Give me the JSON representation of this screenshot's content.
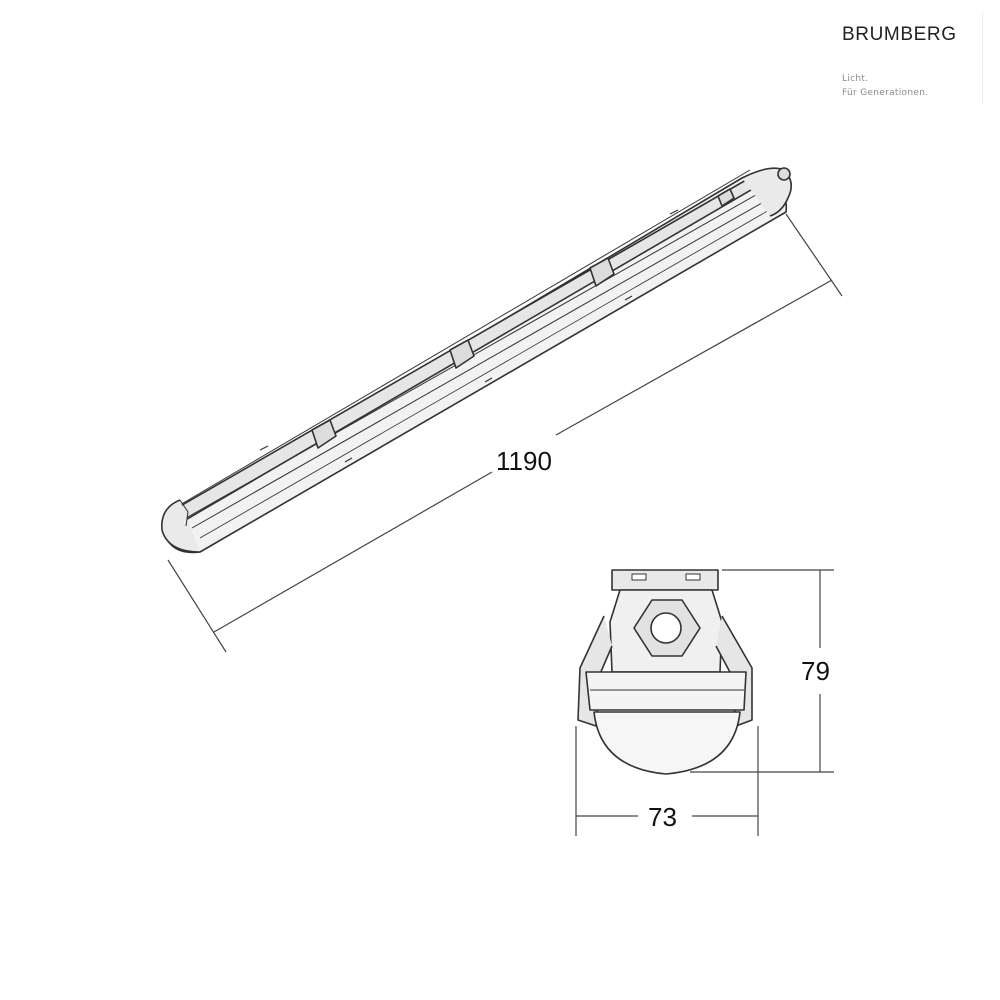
{
  "brand": {
    "name": "BRUMBERG",
    "tagline_line1": "Licht.",
    "tagline_line2": "Für Generationen."
  },
  "dimensions": {
    "length": "1190",
    "height": "79",
    "width": "73"
  },
  "colors": {
    "line": "#333333",
    "body_fill": "#f4f4f4",
    "dim_line": "#444444"
  }
}
